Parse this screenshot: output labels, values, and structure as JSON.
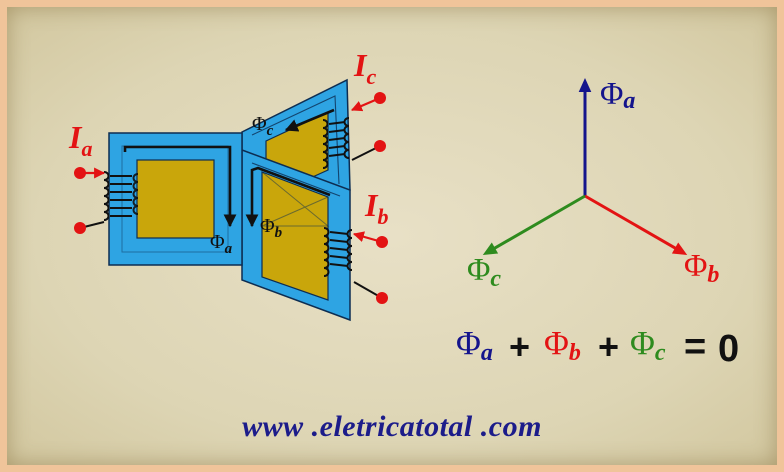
{
  "colors": {
    "blue": "#14148c",
    "red": "#e31313",
    "green": "#2e8b1e",
    "core": "#2ea4e3",
    "window": "#c9a60b",
    "black": "#111111"
  },
  "transformer": {
    "current_a": {
      "symbol": "I",
      "sub": "a"
    },
    "current_b": {
      "symbol": "I",
      "sub": "b"
    },
    "current_c": {
      "symbol": "I",
      "sub": "c"
    },
    "flux_a": {
      "symbol": "Φ",
      "sub": "a"
    },
    "flux_b": {
      "symbol": "Φ",
      "sub": "b"
    },
    "flux_c": {
      "symbol": "Φ",
      "sub": "c"
    }
  },
  "phasor": {
    "a": {
      "symbol": "Φ",
      "sub": "a",
      "angle_deg": 90
    },
    "b": {
      "symbol": "Φ",
      "sub": "b",
      "angle_deg": -30
    },
    "c": {
      "symbol": "Φ",
      "sub": "c",
      "angle_deg": 210
    }
  },
  "equation": {
    "a": {
      "symbol": "Φ",
      "sub": "a"
    },
    "plus1": "+",
    "b": {
      "symbol": "Φ",
      "sub": "b"
    },
    "plus2": "+",
    "c": {
      "symbol": "Φ",
      "sub": "c"
    },
    "equals": "=",
    "rhs": "0"
  },
  "footer": {
    "url": "www .eletricatotal .com"
  }
}
